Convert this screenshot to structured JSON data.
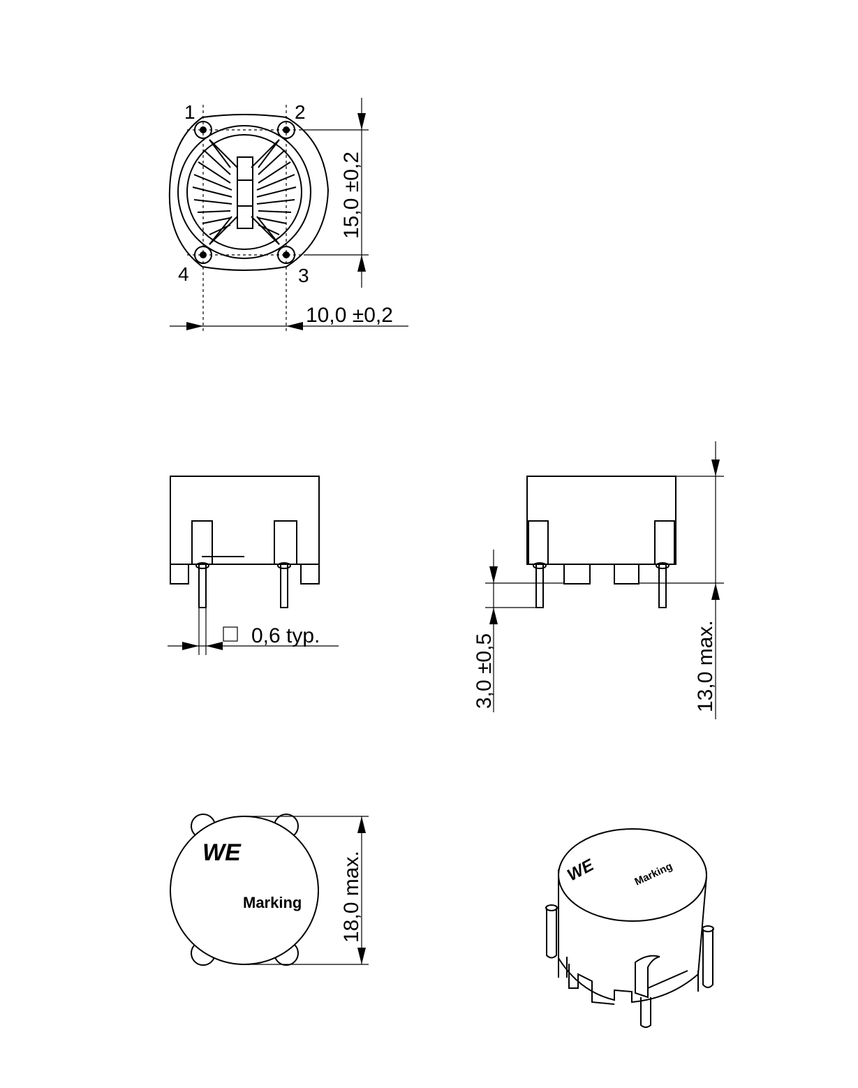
{
  "pin_labels": [
    "1",
    "2",
    "3",
    "4"
  ],
  "dimensions": {
    "height_top_view": "15,0 ±0,2",
    "pin_spacing": "10,0 ±0,2",
    "pin_size": "0,6 typ.",
    "pin_length": "3,0 ±0,5",
    "overall_height": "13,0 max.",
    "diameter": "18,0 max."
  },
  "marking": {
    "logo": "WE",
    "label": "Marking"
  }
}
